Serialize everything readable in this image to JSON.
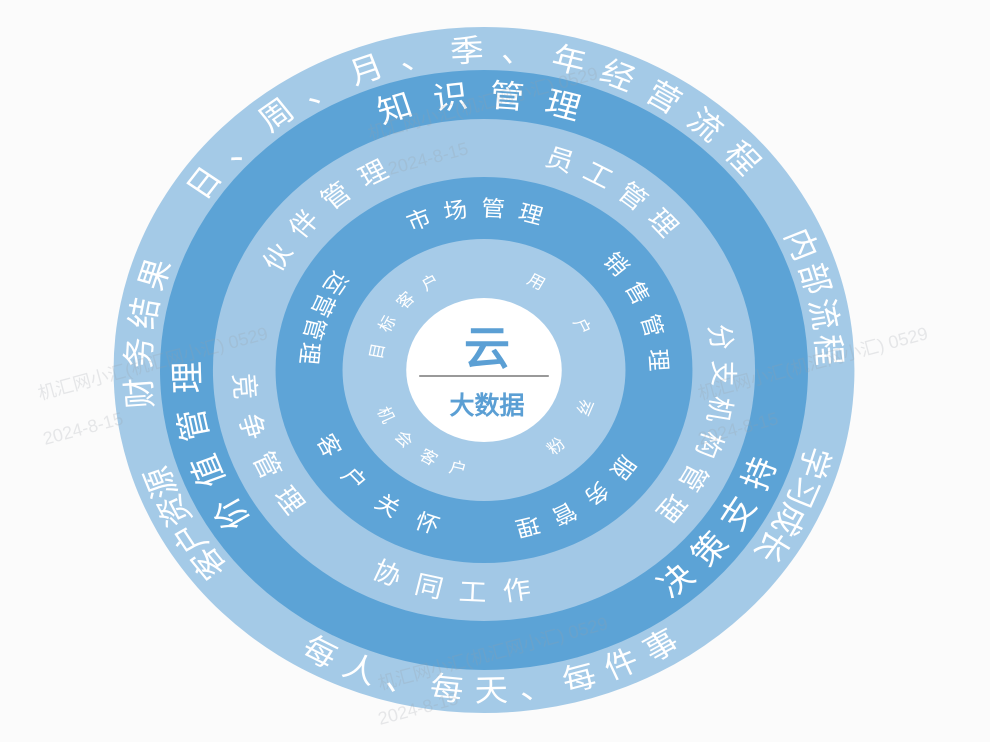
{
  "colors": {
    "outer_ring": "#a4cae7",
    "dark_ring": "#5ca3d6",
    "light_ring": "#a2c8e6",
    "inner_dark_ring": "#5ea4d7",
    "inner_light_ring": "#a6cbe8",
    "core": "#ffffff",
    "core_text": "#5b9fd4",
    "label_text": "#ffffff"
  },
  "core": {
    "title": "云",
    "subtitle": "大数据"
  },
  "rings": [
    {
      "name": "outer",
      "labels": [
        "日、周、月、季、年经营流程",
        "内部流程",
        "学习成长",
        "每人、每天、每件事",
        "客户资源",
        "财务结果"
      ]
    },
    {
      "name": "ring-2",
      "labels": [
        "知识管理",
        "决策支持",
        "价值管理"
      ]
    },
    {
      "name": "ring-3",
      "labels": [
        "伙伴管理",
        "员工管理",
        "分支机构管理",
        "协同工作",
        "竞争管理"
      ]
    },
    {
      "name": "ring-4",
      "labels": [
        "市场管理",
        "销售管理",
        "服务管理",
        "客户关怀",
        "运营管理"
      ]
    },
    {
      "name": "ring-5",
      "labels": [
        "目标客户",
        "用户",
        "粉丝",
        "机会客户"
      ]
    }
  ],
  "watermark": {
    "line1": "机汇网小汇(机汇网小汇) 0529",
    "line2": "2024-8-15"
  }
}
